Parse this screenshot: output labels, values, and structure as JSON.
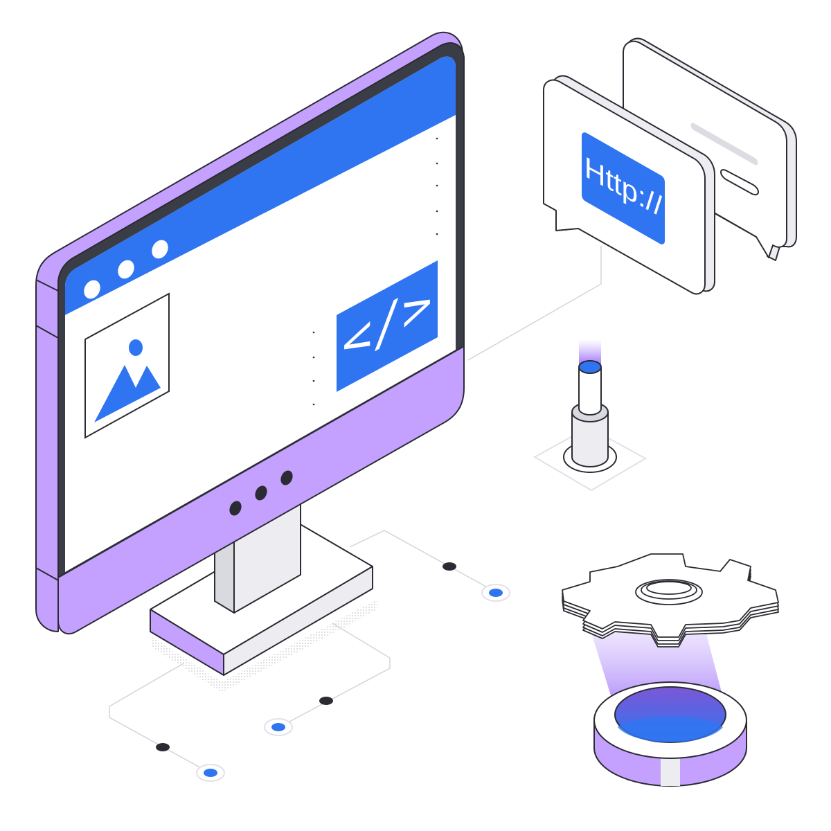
{
  "monitor": {
    "screen": {
      "window_dots": 3,
      "image_placeholder_icon": "image-icon",
      "code_badge": {
        "text": "</>",
        "icon": "code-icon"
      }
    },
    "bezel_dots": 3
  },
  "http_bubble": {
    "text": "Http://"
  },
  "secondary_bubble": {
    "icon": "text-lines-icon"
  },
  "gear": {
    "icon": "gear-icon"
  },
  "colors": {
    "purple": "#c4a1ff",
    "blue": "#2f75f1",
    "outline": "#2b2b33",
    "bezel": "#3a3d45",
    "light_gray": "#ececf1",
    "white": "#ffffff"
  }
}
